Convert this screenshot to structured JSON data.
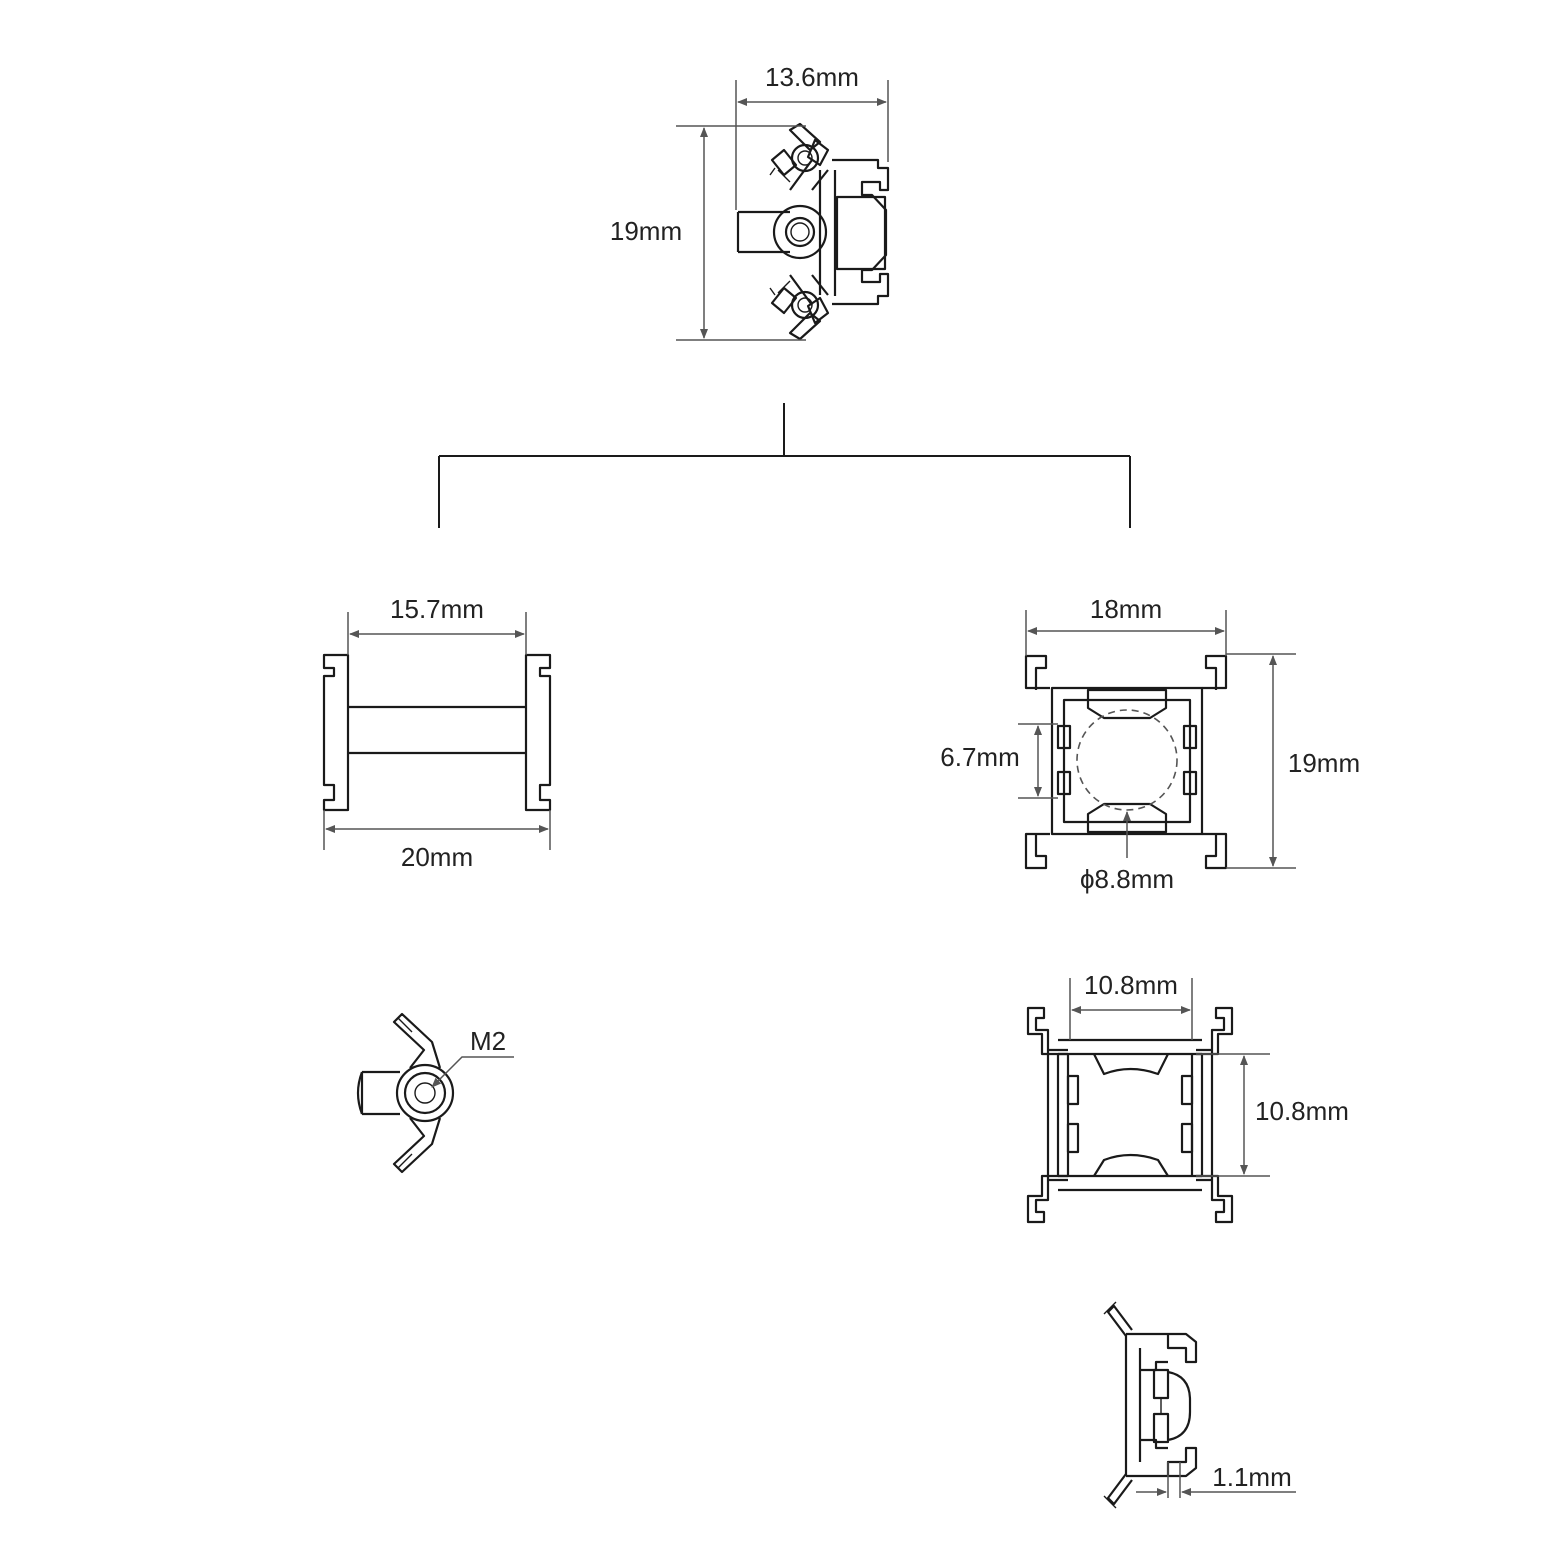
{
  "dimensions": {
    "top_width": "13.6mm",
    "top_height": "19mm",
    "left_inner_width": "15.7mm",
    "left_outer_width": "20mm",
    "right_width": "18mm",
    "right_height": "19mm",
    "right_slot_height": "6.7mm",
    "right_bore_diameter": "ϕ8.8mm",
    "wing_nut_thread": "M2",
    "lower_width": "10.8mm",
    "lower_height": "10.8mm",
    "side_gap": "1.1mm"
  },
  "colors": {
    "part_stroke": "#1a1a1a",
    "dimension_stroke": "#555555",
    "background": "#ffffff"
  }
}
